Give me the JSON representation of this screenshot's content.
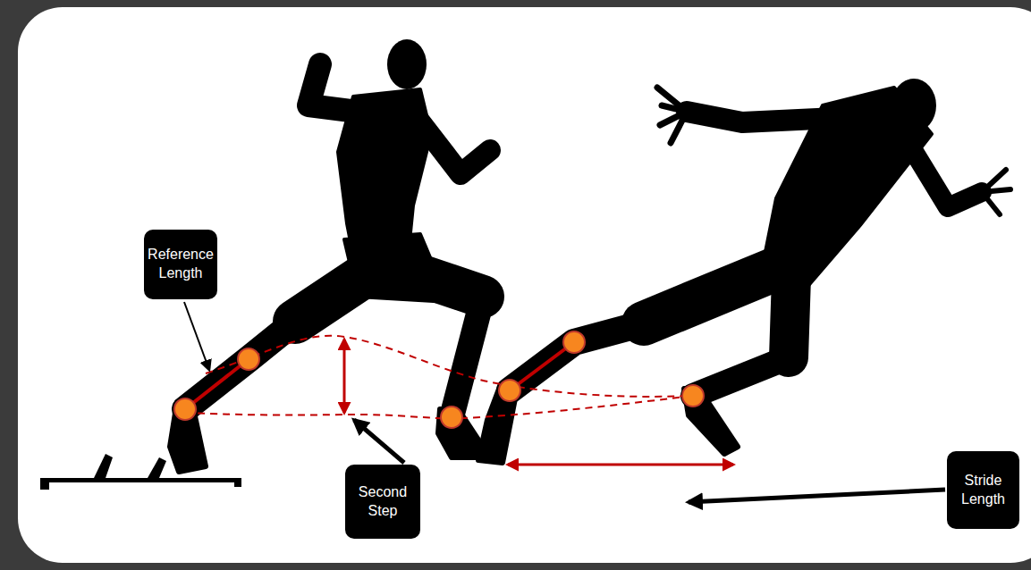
{
  "diagram": {
    "nodes": [
      {
        "text": [
          "Reference Length"
        ]
      },
      {
        "text": [
          "Second Step"
        ]
      },
      {
        "text": [
          "Stride Length"
        ]
      }
    ]
  }
}
